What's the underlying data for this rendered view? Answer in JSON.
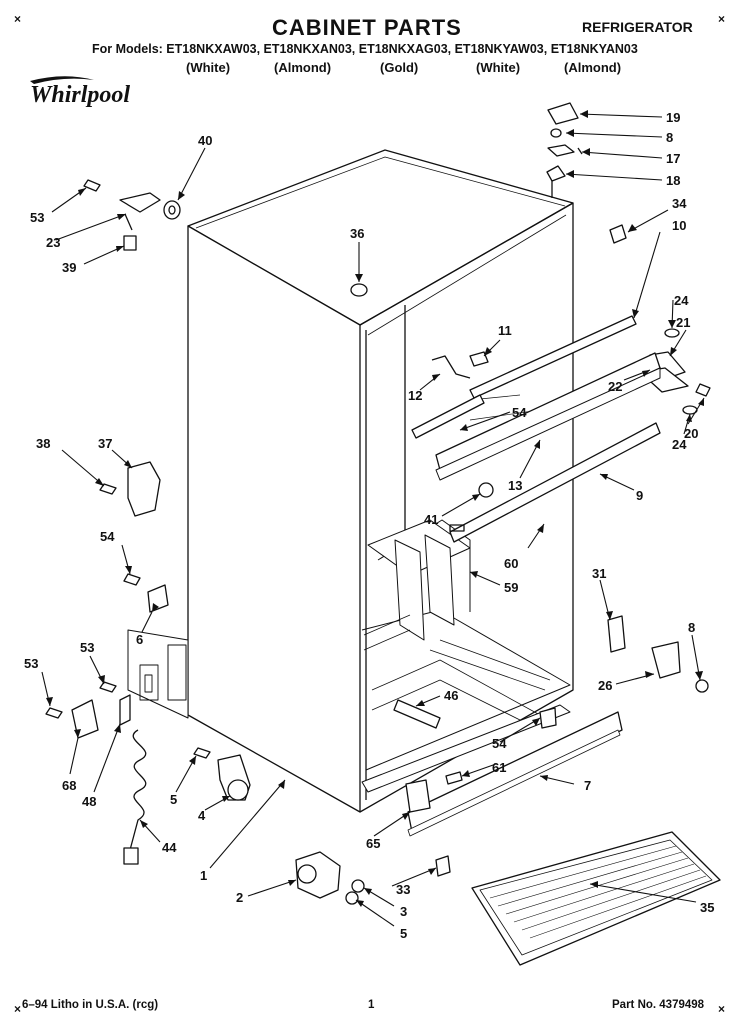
{
  "header": {
    "title": "CABINET PARTS",
    "category": "REFRIGERATOR",
    "models_line": "For Models: ET18NKXAW03, ET18NKXAN03, ET18NKXAG03, ET18NKYAW03, ET18NKYAN03",
    "colors": [
      "(White)",
      "(Almond)",
      "(Gold)",
      "(White)",
      "(Almond)"
    ],
    "corner_mark": "×"
  },
  "brand": {
    "logo_text": "Whirlpool"
  },
  "callouts": [
    {
      "id": "c19",
      "label": "19"
    },
    {
      "id": "c8a",
      "label": "8"
    },
    {
      "id": "c17",
      "label": "17"
    },
    {
      "id": "c18",
      "label": "18"
    },
    {
      "id": "c34",
      "label": "34"
    },
    {
      "id": "c10",
      "label": "10"
    },
    {
      "id": "c40",
      "label": "40"
    },
    {
      "id": "c53a",
      "label": "53"
    },
    {
      "id": "c23",
      "label": "23"
    },
    {
      "id": "c39",
      "label": "39"
    },
    {
      "id": "c36",
      "label": "36"
    },
    {
      "id": "c11",
      "label": "11"
    },
    {
      "id": "c24a",
      "label": "24"
    },
    {
      "id": "c21",
      "label": "21"
    },
    {
      "id": "c12",
      "label": "12"
    },
    {
      "id": "c54a",
      "label": "54"
    },
    {
      "id": "c22",
      "label": "22"
    },
    {
      "id": "c24b",
      "label": "24"
    },
    {
      "id": "c20",
      "label": "20"
    },
    {
      "id": "c38",
      "label": "38"
    },
    {
      "id": "c37",
      "label": "37"
    },
    {
      "id": "c13",
      "label": "13"
    },
    {
      "id": "c9",
      "label": "9"
    },
    {
      "id": "c41",
      "label": "41"
    },
    {
      "id": "c54b",
      "label": "54"
    },
    {
      "id": "c60",
      "label": "60"
    },
    {
      "id": "c59",
      "label": "59"
    },
    {
      "id": "c6",
      "label": "6"
    },
    {
      "id": "c31",
      "label": "31"
    },
    {
      "id": "c8b",
      "label": "8"
    },
    {
      "id": "c53b",
      "label": "53"
    },
    {
      "id": "c53c",
      "label": "53"
    },
    {
      "id": "c26",
      "label": "26"
    },
    {
      "id": "c46",
      "label": "46"
    },
    {
      "id": "c68",
      "label": "68"
    },
    {
      "id": "c48",
      "label": "48"
    },
    {
      "id": "c5a",
      "label": "5"
    },
    {
      "id": "c54c",
      "label": "54"
    },
    {
      "id": "c61",
      "label": "61"
    },
    {
      "id": "c7",
      "label": "7"
    },
    {
      "id": "c4",
      "label": "4"
    },
    {
      "id": "c44",
      "label": "44"
    },
    {
      "id": "c65",
      "label": "65"
    },
    {
      "id": "c1",
      "label": "1"
    },
    {
      "id": "c2",
      "label": "2"
    },
    {
      "id": "c33",
      "label": "33"
    },
    {
      "id": "c3",
      "label": "3"
    },
    {
      "id": "c5b",
      "label": "5"
    },
    {
      "id": "c35",
      "label": "35"
    }
  ],
  "footer": {
    "litho": "6–94 Litho in U.S.A. (rcg)",
    "page": "1",
    "part_no": "Part No. 4379498"
  }
}
